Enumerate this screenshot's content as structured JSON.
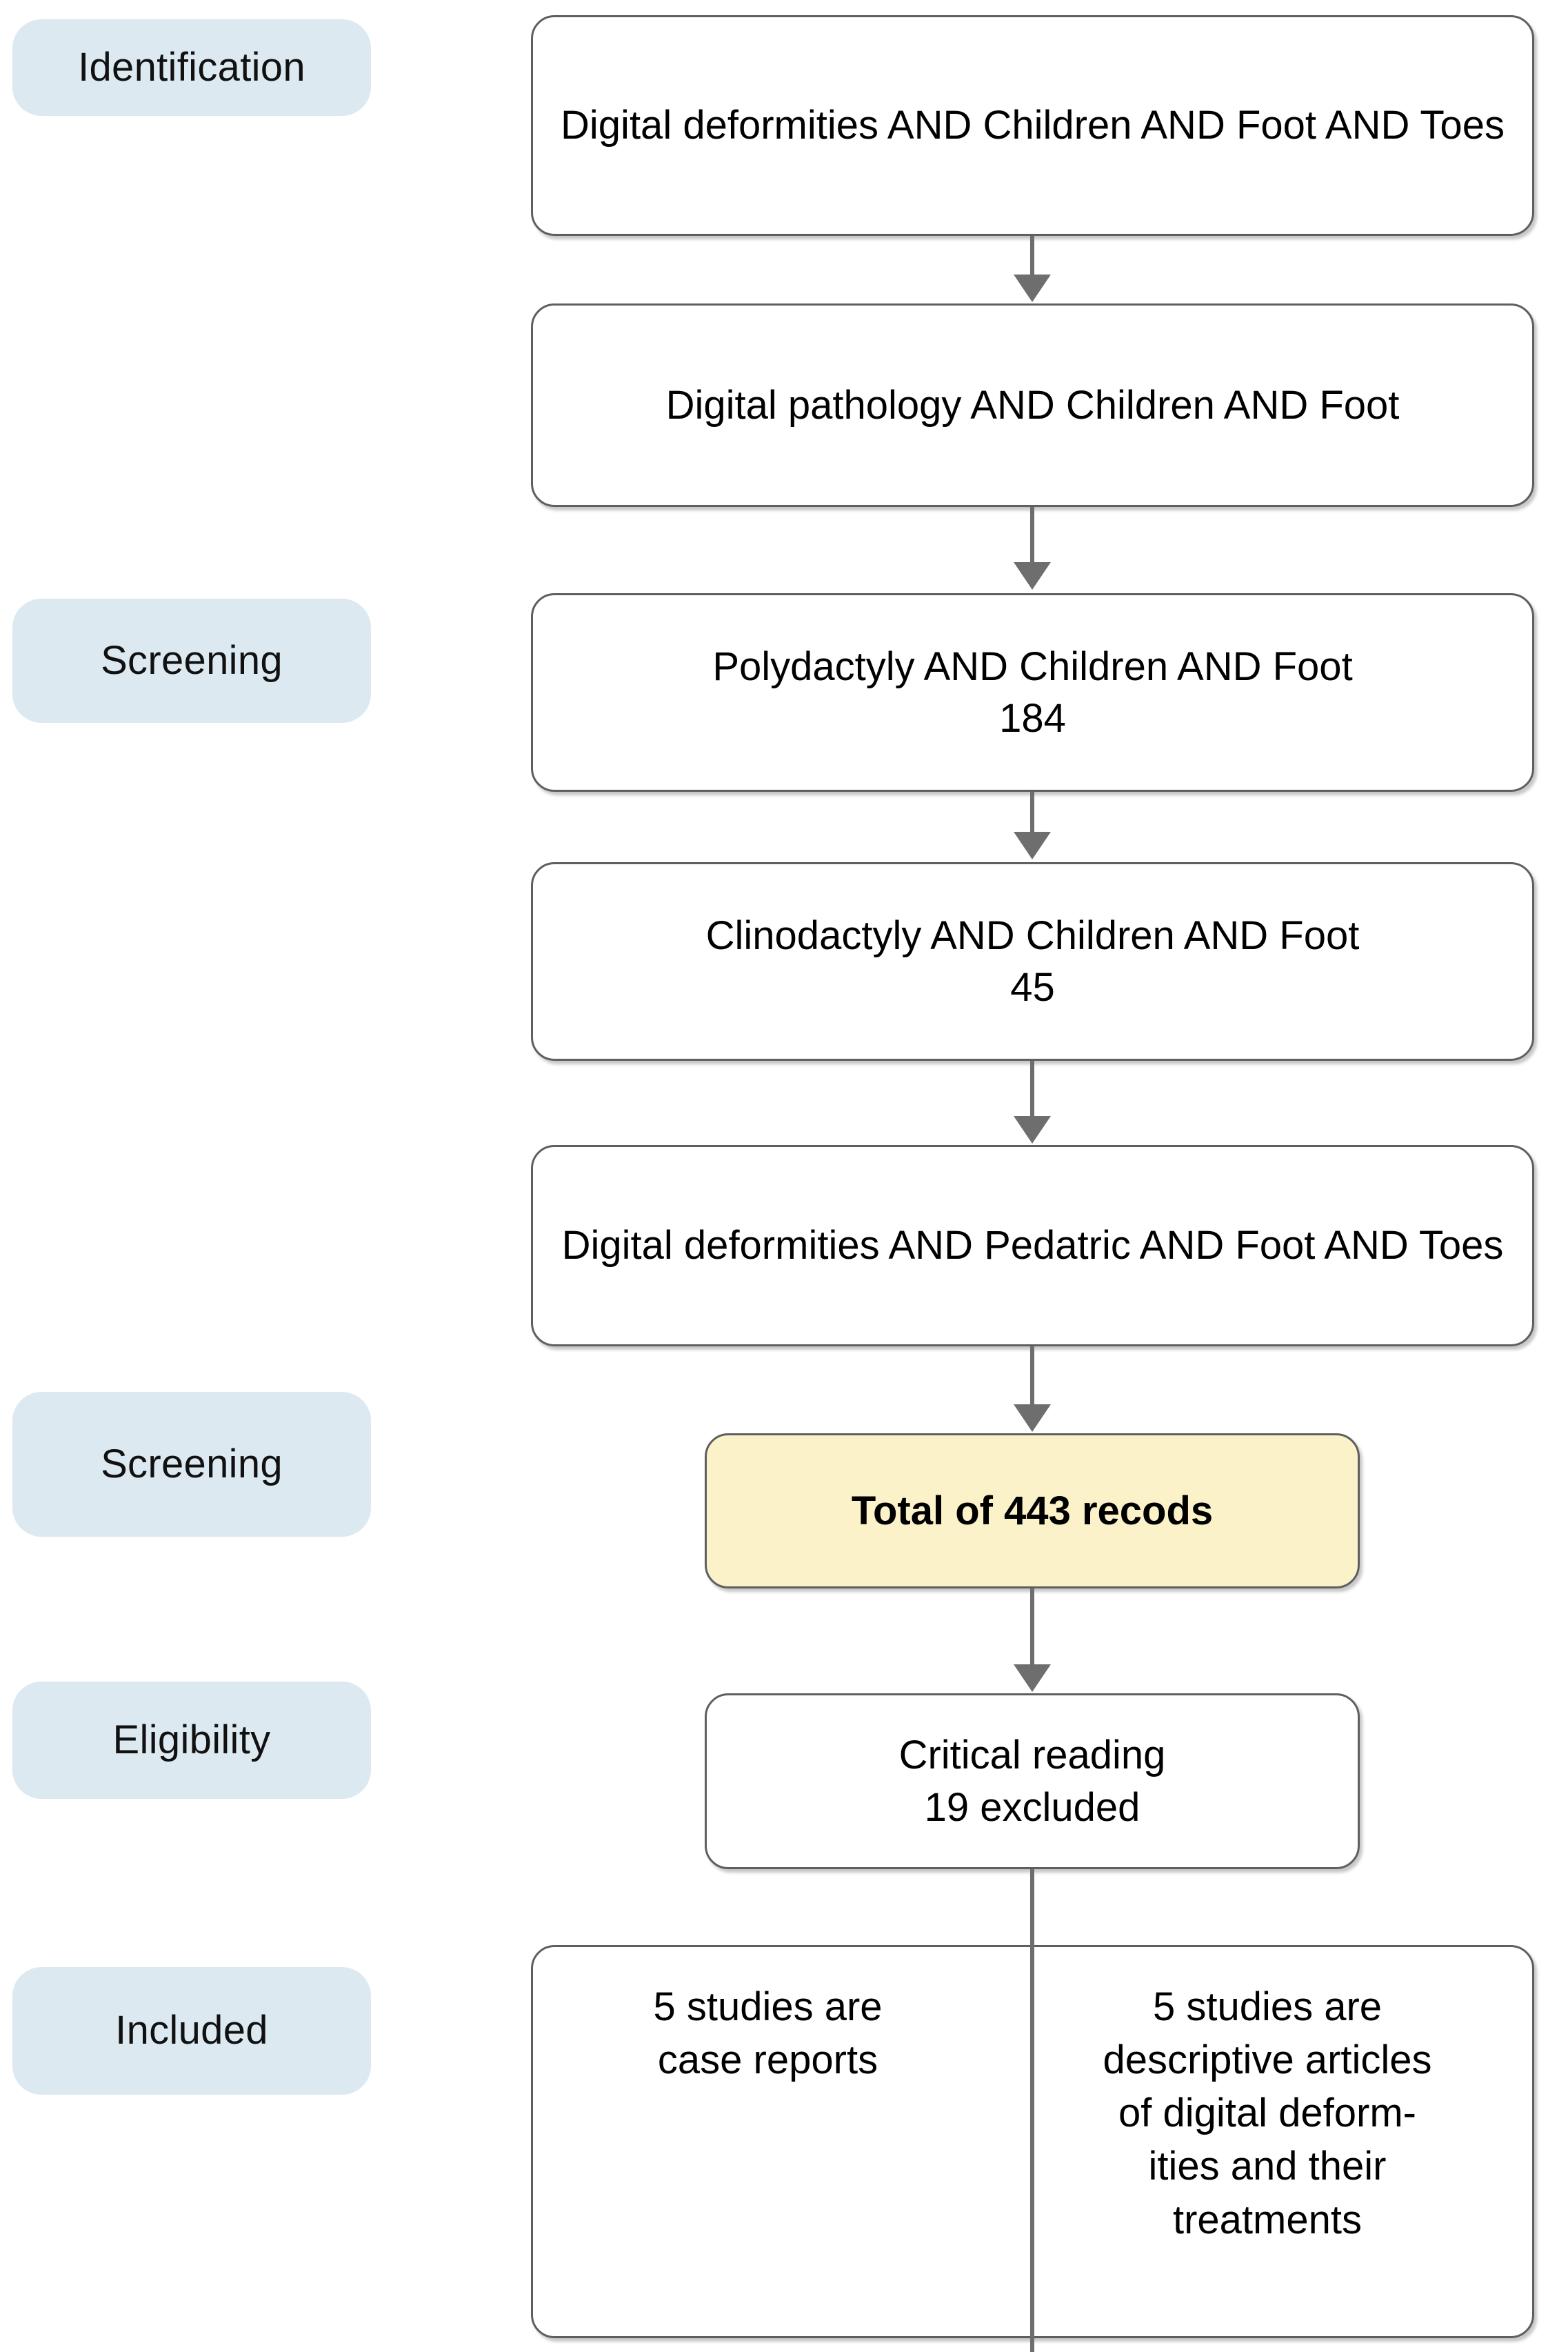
{
  "diagram": {
    "title": "PRISMA study selection flow diagram",
    "colors": {
      "stage_pill_bg": "#dce9f1",
      "box_border": "#5f5f5f",
      "box_bg": "#ffffff",
      "highlight_bg": "#fbf2ca",
      "connector": "#6e6e6e",
      "text": "#000000"
    }
  },
  "stages": [
    {
      "label": "Identification"
    },
    {
      "label": "Screening"
    },
    {
      "label": "Screening"
    },
    {
      "label": "Eligibility"
    },
    {
      "label": "Included"
    }
  ],
  "boxes": [
    {
      "id": "search-1",
      "text": "Digital deformities AND Children AND Foot AND Toes",
      "count": ""
    },
    {
      "id": "search-2",
      "text": "Digital pathology AND Children AND Foot",
      "count": ""
    },
    {
      "id": "search-3",
      "text": "Polydactyly AND Children AND Foot\n184",
      "count": "184"
    },
    {
      "id": "search-4",
      "text": "Clinodactyly AND Children AND Foot\n45",
      "count": "45"
    },
    {
      "id": "search-5",
      "text": "Digital deformities AND Pedatric AND Foot AND Toes",
      "count": ""
    },
    {
      "id": "total-records",
      "text": "Total of 443 recods",
      "count": "443"
    },
    {
      "id": "critical-reading",
      "text": "Critical reading\n19 excluded",
      "count": "19"
    }
  ],
  "included": {
    "left": "5 studies are\ncase reports",
    "right": "5 studies are\ndescriptive articles\nof digital deform-\nities and their\ntreatments"
  },
  "chart_data": {
    "type": "table",
    "title": "PRISMA study selection flow",
    "stages": [
      "Identification",
      "Screening",
      "Screening",
      "Eligibility",
      "Included"
    ],
    "search_queries": [
      {
        "query": "Digital deformities AND Children AND Foot AND Toes",
        "records": null
      },
      {
        "query": "Digital pathology AND Children AND Foot",
        "records": null
      },
      {
        "query": "Polydactyly AND Children AND Foot",
        "records": 184
      },
      {
        "query": "Clinodactyly AND Children AND Foot",
        "records": 45
      },
      {
        "query": "Digital deformities AND Pedatric AND Foot AND Toes",
        "records": null
      }
    ],
    "total_records": 443,
    "excluded_after_critical_reading": 19,
    "included_case_reports": 5,
    "included_descriptive_articles": 5
  }
}
